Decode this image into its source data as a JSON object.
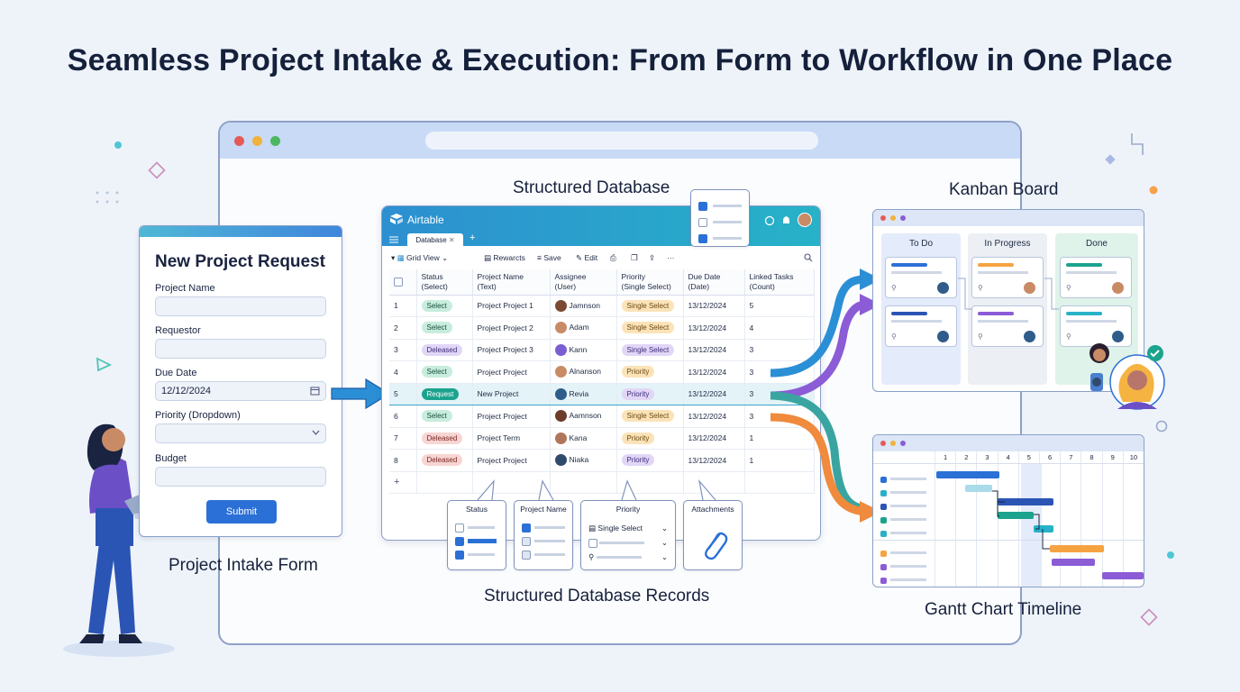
{
  "title": "Seamless Project Intake & Execution: From Form to Workflow in One Place",
  "labels": {
    "structured_database": "Structured Database",
    "kanban_board": "Kanban Board",
    "project_intake_form": "Project Intake Form",
    "structured_database_records": "Structured Database Records",
    "gantt_chart_timeline": "Gantt Chart Timeline"
  },
  "form": {
    "title": "New Project Request",
    "fields": {
      "project_name": "Project Name",
      "requestor": "Requestor",
      "due_date": "Due Date",
      "due_date_value": "12/12/2024",
      "priority": "Priority (Dropdown)",
      "budget": "Budget"
    },
    "submit": "Submit"
  },
  "airtable": {
    "brand": "Airtable",
    "tab": "Database",
    "toolbar": {
      "view": "Grid View",
      "rewarcts": "Rewarcts",
      "save": "Save",
      "edit": "Edit",
      "more": "···"
    },
    "columns": [
      {
        "name": "Status",
        "type": "(Select)"
      },
      {
        "name": "Project Name",
        "type": "(Text)"
      },
      {
        "name": "Assignee",
        "type": "(User)"
      },
      {
        "name": "Priority",
        "type": "(Single Select)"
      },
      {
        "name": "Due Date",
        "type": "(Date)"
      },
      {
        "name": "Linked Tasks",
        "type": "(Count)"
      }
    ],
    "rows": [
      {
        "n": "1",
        "status": "Select",
        "project": "Project Project 1",
        "assignee": "Jamnson",
        "priority": "Single Select",
        "due": "13/12/2024",
        "tasks": "5"
      },
      {
        "n": "2",
        "status": "Select",
        "project": "Project Project 2",
        "assignee": "Adam",
        "priority": "Single Select",
        "due": "13/12/2024",
        "tasks": "4"
      },
      {
        "n": "3",
        "status": "Deleased",
        "project": "Project Project 3",
        "assignee": "Kann",
        "priority": "Single Select",
        "due": "13/12/2024",
        "tasks": "3"
      },
      {
        "n": "4",
        "status": "Select",
        "project": "Project Project",
        "assignee": "Alnanson",
        "priority": "Priority",
        "due": "13/12/2024",
        "tasks": "3"
      },
      {
        "n": "5",
        "status": "Request",
        "project": "New Project",
        "assignee": "Revia",
        "priority": "Priority",
        "due": "13/12/2024",
        "tasks": "3"
      },
      {
        "n": "6",
        "status": "Select",
        "project": "Project Project",
        "assignee": "Aamnson",
        "priority": "Single Select",
        "due": "13/12/2024",
        "tasks": "3"
      },
      {
        "n": "7",
        "status": "Deleased",
        "project": "Project Term",
        "assignee": "Kana",
        "priority": "Priority",
        "due": "13/12/2024",
        "tasks": "1"
      },
      {
        "n": "8",
        "status": "Deleased",
        "project": "Project Project",
        "assignee": "Niaka",
        "priority": "Priority",
        "due": "13/12/2024",
        "tasks": "1"
      }
    ],
    "add_row": "+"
  },
  "callouts": {
    "status": "Status",
    "project_name": "Project Name",
    "priority": "Priority",
    "priority_value": "Single Select",
    "attachments": "Attachments"
  },
  "kanban": {
    "columns": [
      "To Do",
      "In Progress",
      "Done"
    ]
  },
  "gantt": {
    "days": [
      "1",
      "2",
      "3",
      "4",
      "5",
      "6",
      "7",
      "8",
      "9",
      "10"
    ]
  },
  "colors": {
    "accent_blue": "#2b70d6",
    "teal": "#27b2c8",
    "purple": "#8b5cd6",
    "orange": "#f08a3c"
  }
}
